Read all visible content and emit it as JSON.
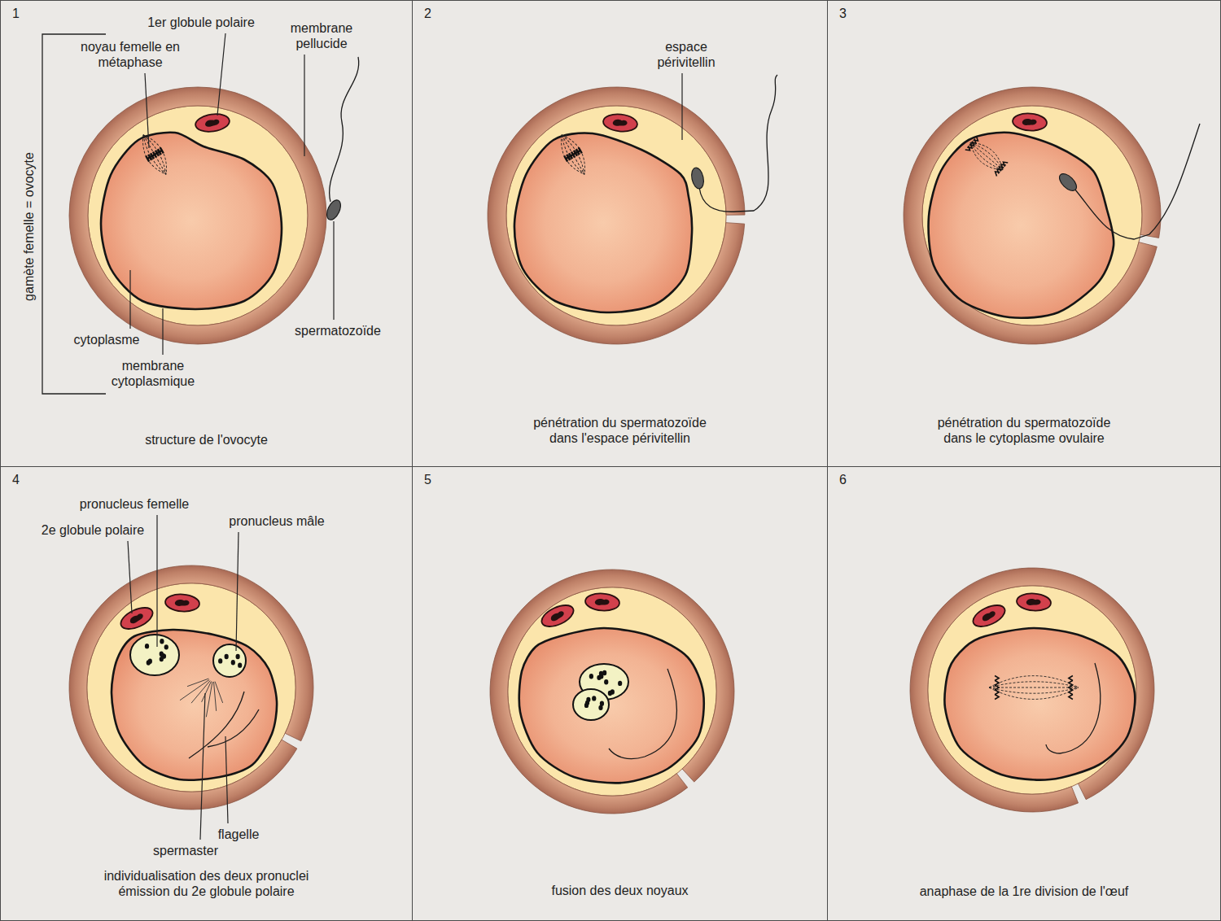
{
  "diagram": {
    "nodes": [
      {
        "text": [
          "1",
          "structure de l'ovocyte"
        ]
      },
      {
        "text": [
          "2",
          "pénétration du spermatozoïde dans l'espace périvitellin"
        ]
      },
      {
        "text": [
          "3",
          "pénétration du spermatozoïde dans le cytoplasme ovulaire"
        ]
      },
      {
        "text": [
          "4",
          "individualisation des deux pronuclei",
          "émission du 2e globule polaire"
        ]
      },
      {
        "text": [
          "5",
          "fusion des deux noyaux"
        ]
      },
      {
        "text": [
          "6",
          "anaphase de la 1re division de l'œuf"
        ]
      }
    ],
    "labels": [
      "1er globule polaire",
      "noyau femelle en métaphase",
      "membrane pellucide",
      "gamète femelle = ovocyte",
      "cytoplasme",
      "membrane cytoplasmique",
      "spermatozoïde",
      "espace périvitellin",
      "pronucleus femelle",
      "2e globule polaire",
      "pronucleus mâle",
      "spermaster",
      "flagelle"
    ]
  }
}
